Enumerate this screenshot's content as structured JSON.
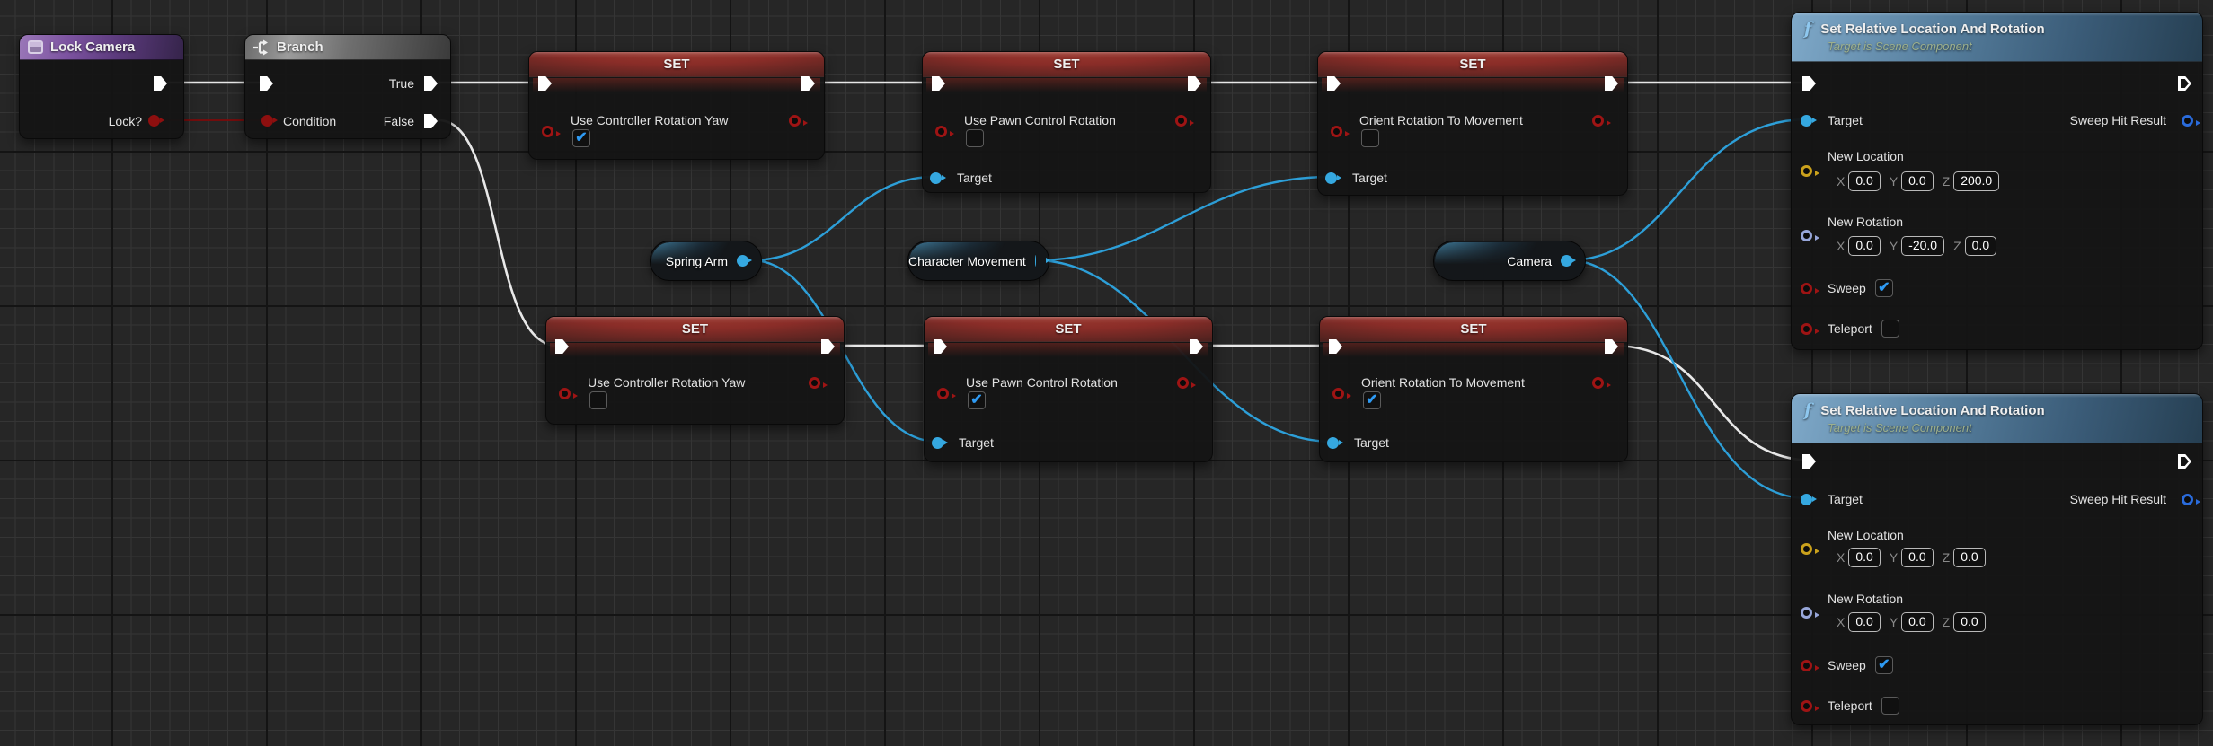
{
  "colors": {
    "background": "#262626",
    "exec_wire": "#e8e8e8",
    "data_wire": "#2d9fd8",
    "bool_wire": "#7c0a0a",
    "bool_pin": "#9e1414",
    "object_pin": "#35a8e0",
    "vector_pin": "#caa11c",
    "rotator_pin": "#97a6d9",
    "hit_result_pin": "#2a6bdb",
    "set_header_red": "#8a2d28",
    "function_header_blue": "#557d9c",
    "branch_header_gray": "#9c9c9c",
    "event_header_purple": "#7c53a0",
    "checkmark_blue": "#2e9af3"
  },
  "lock_camera": {
    "title": "Lock Camera",
    "lock_pin": "Lock?"
  },
  "branch": {
    "title": "Branch",
    "condition": "Condition",
    "true_label": "True",
    "false_label": "False"
  },
  "set_common": {
    "title": "SET",
    "target": "Target"
  },
  "sets": [
    {
      "prop": "Use Controller Rotation Yaw",
      "check": "✔"
    },
    {
      "prop": "Use Pawn Control Rotation",
      "check": ""
    },
    {
      "prop": "Orient Rotation To Movement",
      "check": ""
    },
    {
      "prop": "Use Controller Rotation Yaw",
      "check": ""
    },
    {
      "prop": "Use Pawn Control Rotation",
      "check": "✔"
    },
    {
      "prop": "Orient Rotation To Movement",
      "check": "✔"
    }
  ],
  "vars": {
    "spring_arm": "Spring Arm",
    "character_movement": "Character Movement",
    "camera": "Camera"
  },
  "fn_common": {
    "icon": "f",
    "title": "Set Relative Location And Rotation",
    "subtitle": "Target is Scene Component",
    "target": "Target",
    "sweep_hit_result": "Sweep Hit Result",
    "new_location": "New Location",
    "new_rotation": "New Rotation",
    "sweep": "Sweep",
    "teleport": "Teleport",
    "x": "X",
    "y": "Y",
    "z": "Z"
  },
  "fn_nodes": [
    {
      "loc_x": "0.0",
      "loc_y": "0.0",
      "loc_z": "200.0",
      "rot_x": "0.0",
      "rot_y": "-20.0",
      "rot_z": "0.0",
      "sweep_check": "✔",
      "teleport_check": ""
    },
    {
      "loc_x": "0.0",
      "loc_y": "0.0",
      "loc_z": "0.0",
      "rot_x": "0.0",
      "rot_y": "0.0",
      "rot_z": "0.0",
      "sweep_check": "✔",
      "teleport_check": ""
    }
  ]
}
